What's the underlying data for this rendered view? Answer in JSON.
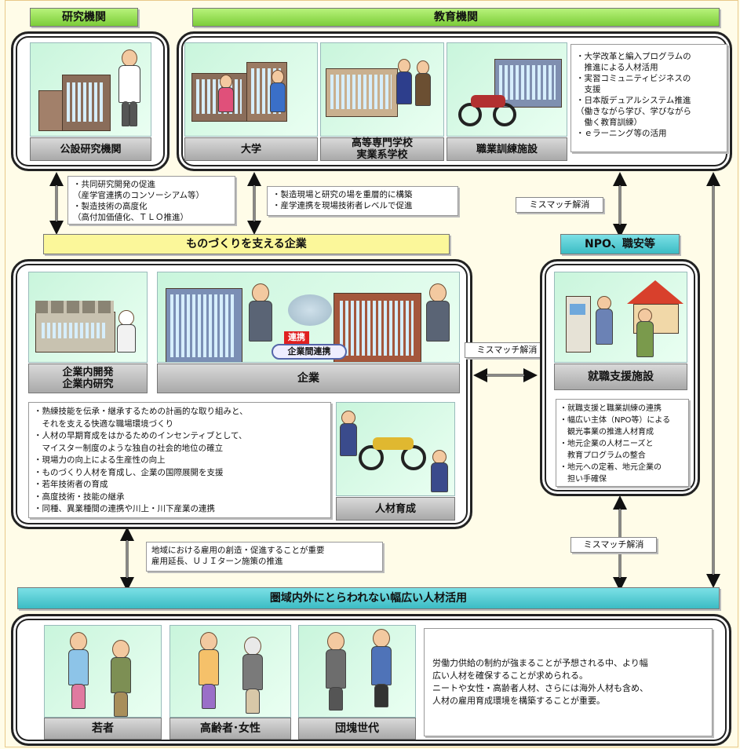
{
  "headers": {
    "research": "研究機関",
    "education": "教育機関",
    "companies": "ものづくりを支える企業",
    "npo": "NPO、職安等",
    "utilization": "圏域内外にとらわれない幅広い人材活用"
  },
  "captions": {
    "public_research": "公設研究機関",
    "university": "大学",
    "technical_college_1": "高等専門学校",
    "technical_college_2": "実業系学校",
    "vocational": "職業訓練施設",
    "in_house_1": "企業内開発",
    "in_house_2": "企業内研究",
    "company": "企業",
    "hr_development": "人材育成",
    "job_support": "就職支援施設",
    "youth": "若者",
    "elderly_women": "高齢者･女性",
    "baby_boomers": "団塊世代"
  },
  "labels": {
    "renkei": "連携",
    "inter_company": "企業間連携"
  },
  "notes": {
    "education": [
      "・大学改革と編入プログラムの",
      "　推進による人材活用",
      "・実習コミュニティビジネスの",
      "　支援",
      "・日本版デュアルシステム推進",
      "（働きながら学び、学びながら",
      "　働く教育訓練）",
      "・ｅラーニング等の活用"
    ],
    "research_link": [
      "・共同研究開発の促進",
      "（産学官連携のコンソーシアム等）",
      "・製造技術の高度化",
      "（高付加価値化、ＴＬＯ推進）"
    ],
    "education_link": [
      "・製造現場と研究の場を重層的に構築",
      "・産学連携を現場技術者レベルで促進"
    ],
    "company": [
      "・熟練技能を伝承・継承するための計画的な取り組みと、",
      "　それを支える快適な職場環境づくり",
      "・人材の早期育成をはかるためのインセンティブとして、",
      "　マイスター制度のような独自の社会的地位の確立",
      "・現場力の向上による生産性の向上",
      "・ものづくり人材を育成し、企業の国際展開を支援",
      "・若年技術者の育成",
      "・高度技術・技能の継承",
      "・同種、異業種間の連携や川上・川下産業の連携"
    ],
    "npo": [
      "・就職支援と職業訓練の連携",
      "・幅広い主体（NPO等）による",
      "　観光事業の推進人材育成",
      "・地元企業の人材ニーズと",
      "　教育プログラムの整合",
      "・地元への定着、地元企業の",
      "　担い手確保"
    ],
    "employment": [
      "地域における雇用の創造・促進することが重要",
      "雇用延長、ＵＪＩターン施策の推進"
    ],
    "utilization": [
      "労働力供給の制約が強まることが予想される中、より幅",
      "広い人材を確保することが求められる。",
      "ニートや女性・高齢者人材、さらには海外人材も含め、",
      "人材の雇用育成環境を構築することが重要。"
    ]
  },
  "mismatch": {
    "top": "ミスマッチ解消",
    "middle": "ミスマッチ解消",
    "bottom": "ミスマッチ解消"
  },
  "colors": {
    "header_green": "#7ccd38",
    "header_yellow": "#fbf79a",
    "header_teal": "#3bbcc4",
    "background": "#fffce8",
    "picture_bg": "#c9f5dc"
  }
}
